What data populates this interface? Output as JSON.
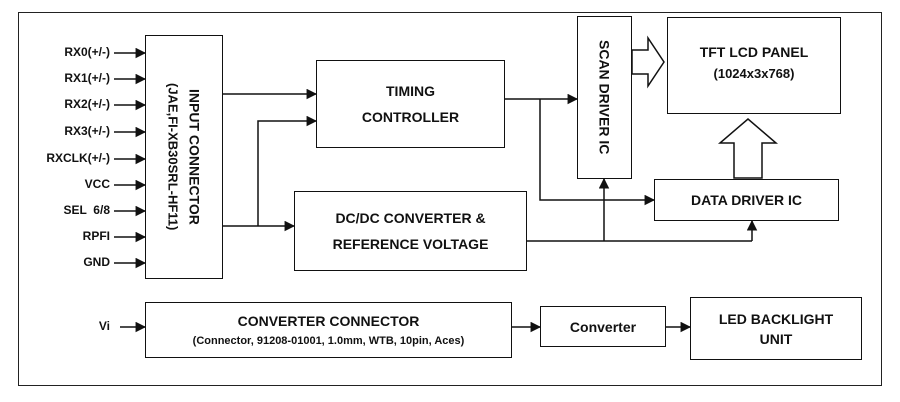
{
  "signals": [
    "RX0(+/-)",
    "RX1(+/-)",
    "RX2(+/-)",
    "RX3(+/-)",
    "RXCLK(+/-)",
    "VCC",
    "SEL  6/8",
    "RPFI",
    "GND"
  ],
  "vi_label": "Vi",
  "input_connector": {
    "line1": "INPUT CONNECTOR",
    "line2": "(JAE,FI-XB30SRL-HF11)"
  },
  "timing_controller": {
    "line1": "TIMING",
    "line2": "CONTROLLER"
  },
  "dcdc": {
    "line1": "DC/DC CONVERTER &",
    "line2": "REFERENCE VOLTAGE"
  },
  "scan_driver": {
    "label": "SCAN DRIVER IC"
  },
  "tft_panel": {
    "line1": "TFT LCD PANEL",
    "line2": "(1024x3x768)"
  },
  "data_driver": {
    "label": "DATA DRIVER IC"
  },
  "converter_connector": {
    "line1": "CONVERTER CONNECTOR",
    "line2": "(Connector, 91208-01001, 1.0mm, WTB, 10pin, Aces)"
  },
  "converter": {
    "label": "Converter"
  },
  "led_backlight": {
    "line1": "LED BACKLIGHT",
    "line2": "UNIT"
  }
}
